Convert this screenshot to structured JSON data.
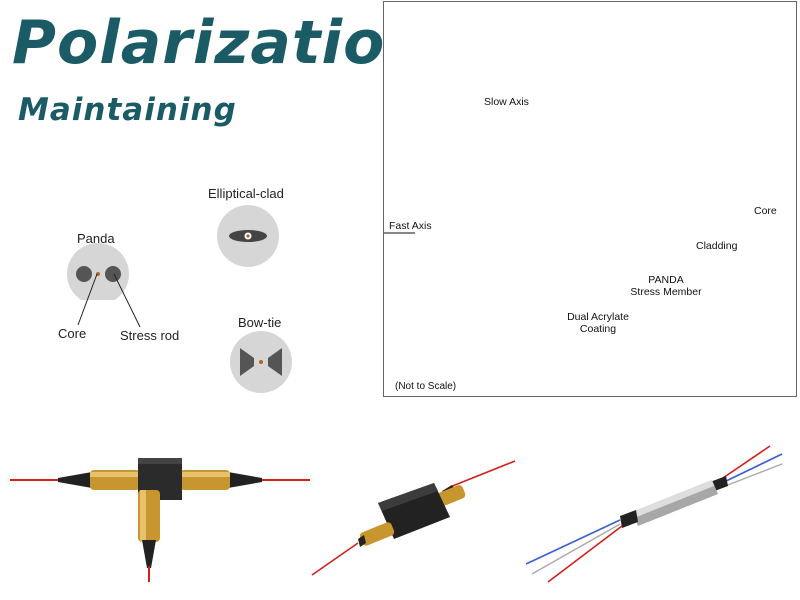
{
  "title": {
    "line1": "Polarization",
    "line2": "Maintaining"
  },
  "fiber_types": {
    "panda": {
      "label": "Panda",
      "core_label": "Core",
      "stress_rod_label": "Stress rod"
    },
    "elliptical": {
      "label": "Elliptical-clad"
    },
    "bowtie": {
      "label": "Bow-tie"
    }
  },
  "cross_section": {
    "slow_axis": "Slow Axis",
    "fast_axis": "Fast Axis",
    "cladding": "Cladding",
    "core": "Core",
    "panda_stress_member": [
      "PANDA",
      "Stress Member"
    ],
    "dual_acrylate_coating": [
      "Dual Acrylate",
      "Coating"
    ],
    "not_to_scale": "(Not to Scale)"
  },
  "colors": {
    "title": "#1b5b66",
    "coating_outer": "#4a78c8",
    "coating_top": "#1565c8",
    "cladding_yellow": "#e6da10",
    "stress_gray": "#6f6f6f",
    "core_green": "#8cc63f",
    "circle_gray": "#d6d6d6",
    "dark_gray": "#555555"
  },
  "products": [
    {
      "name": "pm-circulator-icon"
    },
    {
      "name": "pm-isolator-icon"
    },
    {
      "name": "pm-fiber-coupler-icon"
    }
  ]
}
